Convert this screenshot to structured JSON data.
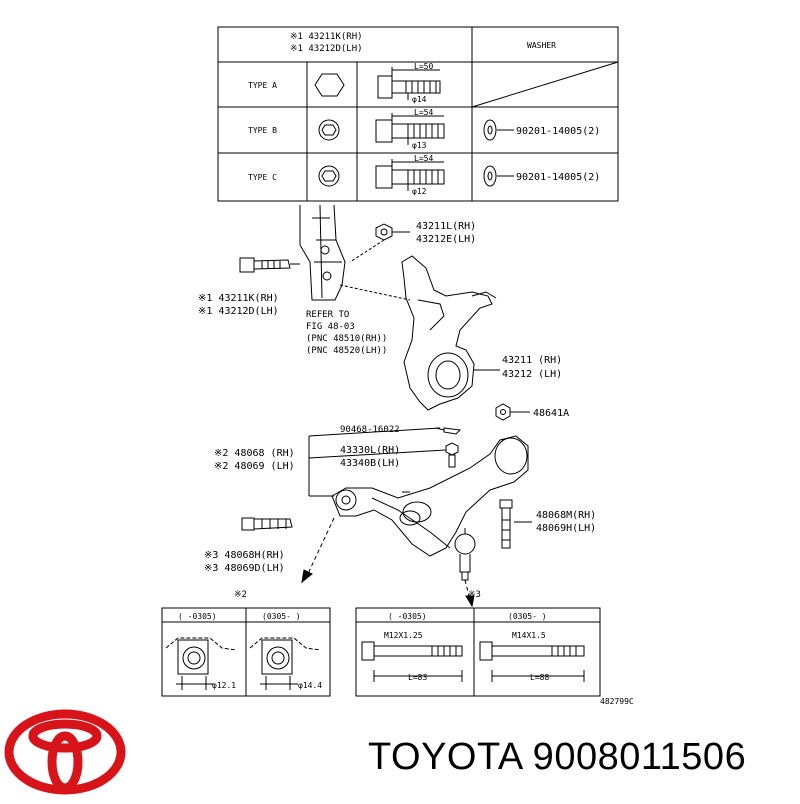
{
  "header_table": {
    "part_rh": "※1 43211K(RH)",
    "part_lh": "※1 43212D(LH)",
    "washer_header": "WASHER",
    "rows": [
      {
        "type": "TYPE A",
        "length": "L=50",
        "diameter": "φ14",
        "washer": ""
      },
      {
        "type": "TYPE B",
        "length": "L=54",
        "diameter": "φ13",
        "washer": "90201-14005(2)"
      },
      {
        "type": "TYPE C",
        "length": "L=54",
        "diameter": "φ12",
        "washer": "90201-14005(2)"
      }
    ]
  },
  "callouts": {
    "nut_rh": "43211L(RH)",
    "nut_lh": "43212E(LH)",
    "bolt_rh": "※1 43211K(RH)",
    "bolt_lh": "※1 43212D(LH)",
    "refer_1": "REFER TO",
    "refer_2": "FIG 48-03",
    "refer_3": "(PNC 48510(RH))",
    "refer_4": "(PNC 48520(LH))",
    "knuckle_rh": "43211 (RH)",
    "knuckle_lh": "43212 (LH)",
    "nut_48641": "48641A",
    "pin": "90468-16022",
    "arm_bushing_rh": "※2 48068 (RH)",
    "arm_bushing_lh": "※2 48069 (LH)",
    "balljoint_rh": "43330L(RH)",
    "balljoint_lh": "43340B(LH)",
    "arm_rh": "48068M(RH)",
    "arm_lh": "48069H(LH)",
    "arm_bolt_rh": "※3 48068H(RH)",
    "arm_bolt_lh": "※3 48069D(LH)"
  },
  "detail_boxes": {
    "box2_label": "※2",
    "box3_label": "※3",
    "box2_col1": "(   -0305)",
    "box2_col2": "(0305-   )",
    "box2_dia1": "φ12.1",
    "box2_dia2": "φ14.4",
    "box3_col1": "(   -0305)",
    "box3_col2": "(0305-   )",
    "box3_thread1": "M12X1.25",
    "box3_thread2": "M14X1.5",
    "box3_len1": "L=83",
    "box3_len2": "L=88",
    "ref_code": "482799C"
  },
  "brand": {
    "name": "TOYOTA 9008011506",
    "logo_color": "#d7141a"
  }
}
